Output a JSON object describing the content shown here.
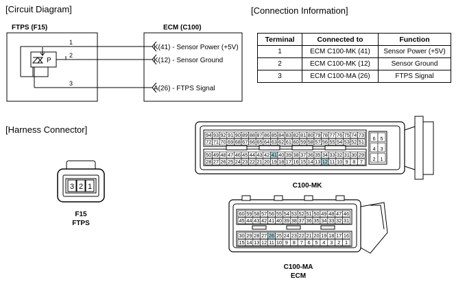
{
  "sections": {
    "circuit": "[Circuit Diagram]",
    "connection": "[Connection Information]",
    "harness": "[Harness Connector]"
  },
  "circuit": {
    "sensor_label": "FTPS (F15)",
    "ecm_label": "ECM (C100)",
    "sensor_symbol": "P",
    "wires": [
      {
        "num": "1",
        "pin": "K",
        "desc": "(41) - Sensor Power (+5V)"
      },
      {
        "num": "2",
        "pin": "K",
        "desc": "(12) - Sensor Ground"
      },
      {
        "num": "3",
        "pin": "A",
        "desc": "(26) - FTPS Signal"
      }
    ]
  },
  "connection_table": {
    "headers": [
      "Terminal",
      "Connected to",
      "Function"
    ],
    "rows": [
      [
        "1",
        "ECM C100-MK (41)",
        "Sensor Power (+5V)"
      ],
      [
        "2",
        "ECM C100-MK (12)",
        "Sensor Ground"
      ],
      [
        "3",
        "ECM C100-MA (26)",
        "FTPS Signal"
      ]
    ]
  },
  "f15": {
    "pins": [
      "3",
      "2",
      "1"
    ],
    "label1": "F15",
    "label2": "FTPS"
  },
  "c100mk": {
    "label": "C100-MK",
    "row1": [
      "94",
      "93",
      "92",
      "91",
      "90",
      "89",
      "88",
      "87",
      "86",
      "85",
      "84",
      "83",
      "82",
      "81",
      "80",
      "79",
      "78",
      "77",
      "76",
      "75",
      "74",
      "73"
    ],
    "row2": [
      "72",
      "71",
      "70",
      "69",
      "68",
      "67",
      "66",
      "65",
      "64",
      "63",
      "62",
      "61",
      "60",
      "59",
      "58",
      "57",
      "56",
      "55",
      "54",
      "53",
      "52",
      "51"
    ],
    "row3": [
      "50",
      "49",
      "48",
      "47",
      "46",
      "45",
      "44",
      "43",
      "42",
      "41",
      "40",
      "39",
      "38",
      "37",
      "36",
      "35",
      "34",
      "33",
      "32",
      "31",
      "30",
      "29"
    ],
    "row4": [
      "28",
      "27",
      "26",
      "25",
      "24",
      "23",
      "22",
      "21",
      "20",
      "19",
      "18",
      "17",
      "16",
      "15",
      "14",
      "13",
      "12",
      "11",
      "10",
      "9",
      "8",
      "7"
    ],
    "side": [
      [
        "6",
        "5"
      ],
      [
        "4",
        "3"
      ],
      [
        "2",
        "1"
      ]
    ],
    "highlight": [
      "41",
      "12"
    ]
  },
  "c100ma": {
    "label1": "C100-MA",
    "label2": "ECM",
    "row1": [
      "60",
      "59",
      "58",
      "57",
      "56",
      "55",
      "54",
      "53",
      "52",
      "51",
      "50",
      "49",
      "48",
      "47",
      "46"
    ],
    "row2": [
      "45",
      "44",
      "43",
      "42",
      "41",
      "40",
      "39",
      "38",
      "37",
      "36",
      "35",
      "34",
      "33",
      "32",
      "31"
    ],
    "row3": [
      "30",
      "29",
      "28",
      "27",
      "26",
      "25",
      "24",
      "23",
      "22",
      "21",
      "20",
      "19",
      "18",
      "17",
      "16"
    ],
    "row4": [
      "15",
      "14",
      "13",
      "12",
      "11",
      "10",
      "9",
      "8",
      "7",
      "6",
      "5",
      "4",
      "3",
      "2",
      "1"
    ],
    "highlight": [
      "26"
    ]
  },
  "colors": {
    "highlight": "#a9d4dc",
    "line": "#000000"
  }
}
